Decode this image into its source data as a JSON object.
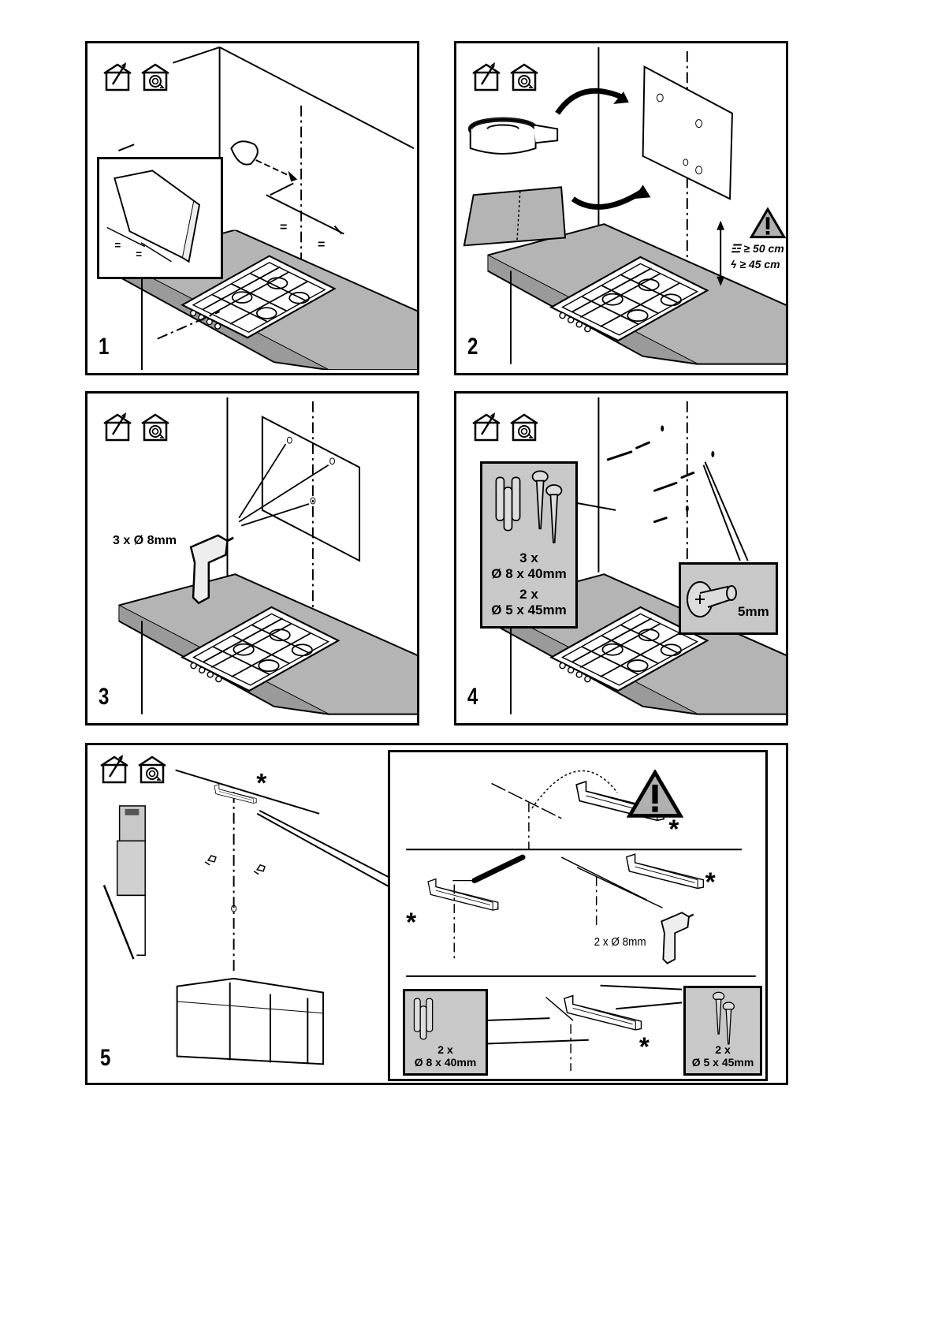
{
  "document": {
    "type": "installation-instructions",
    "icons": [
      "ducted-extraction-icon",
      "recirculation-icon"
    ]
  },
  "panels": [
    {
      "step": "1",
      "equal_marks": [
        "=",
        "=",
        "=",
        "="
      ]
    },
    {
      "step": "2",
      "clearance": {
        "gas": "≥ 50 cm",
        "electric": "≥ 45 cm"
      },
      "warning": "!"
    },
    {
      "step": "3",
      "drill_label": "3 x Ø 8mm"
    },
    {
      "step": "4",
      "plugs_qty": "3 x",
      "plugs_size": "Ø 8 x 40mm",
      "screws_qty": "2 x",
      "screws_size": "Ø 5 x 45mm",
      "gap_label": "5mm"
    },
    {
      "step": "5",
      "warning": "!",
      "asterisk": "*",
      "drill_label": "2 x Ø 8mm",
      "plugs_qty": "2 x",
      "plugs_size": "Ø 8 x 40mm",
      "screws_qty": "2 x",
      "screws_size": "Ø 5 x 45mm"
    }
  ]
}
